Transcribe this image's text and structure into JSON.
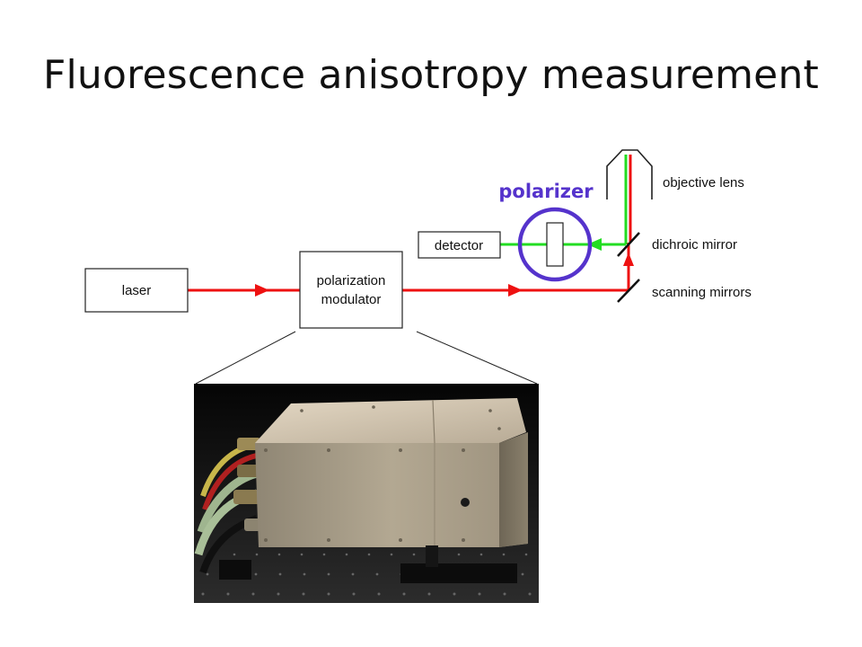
{
  "title": "Fluorescence anisotropy measurement",
  "diagram": {
    "components": {
      "laser": "laser",
      "polarization_modulator": [
        "polarization",
        "modulator"
      ],
      "detector": "detector",
      "polarizer": "polarizer",
      "objective_lens": "objective lens",
      "dichroic_mirror": "dichroic mirror",
      "scanning_mirrors": "scanning mirrors"
    },
    "colors": {
      "excitation_beam": "#ee1111",
      "emission_beam": "#22dd22",
      "polarizer": "#5533cc",
      "outline": "#222222"
    }
  },
  "photo": {
    "description_icon": "polarization-modulator-photo"
  }
}
